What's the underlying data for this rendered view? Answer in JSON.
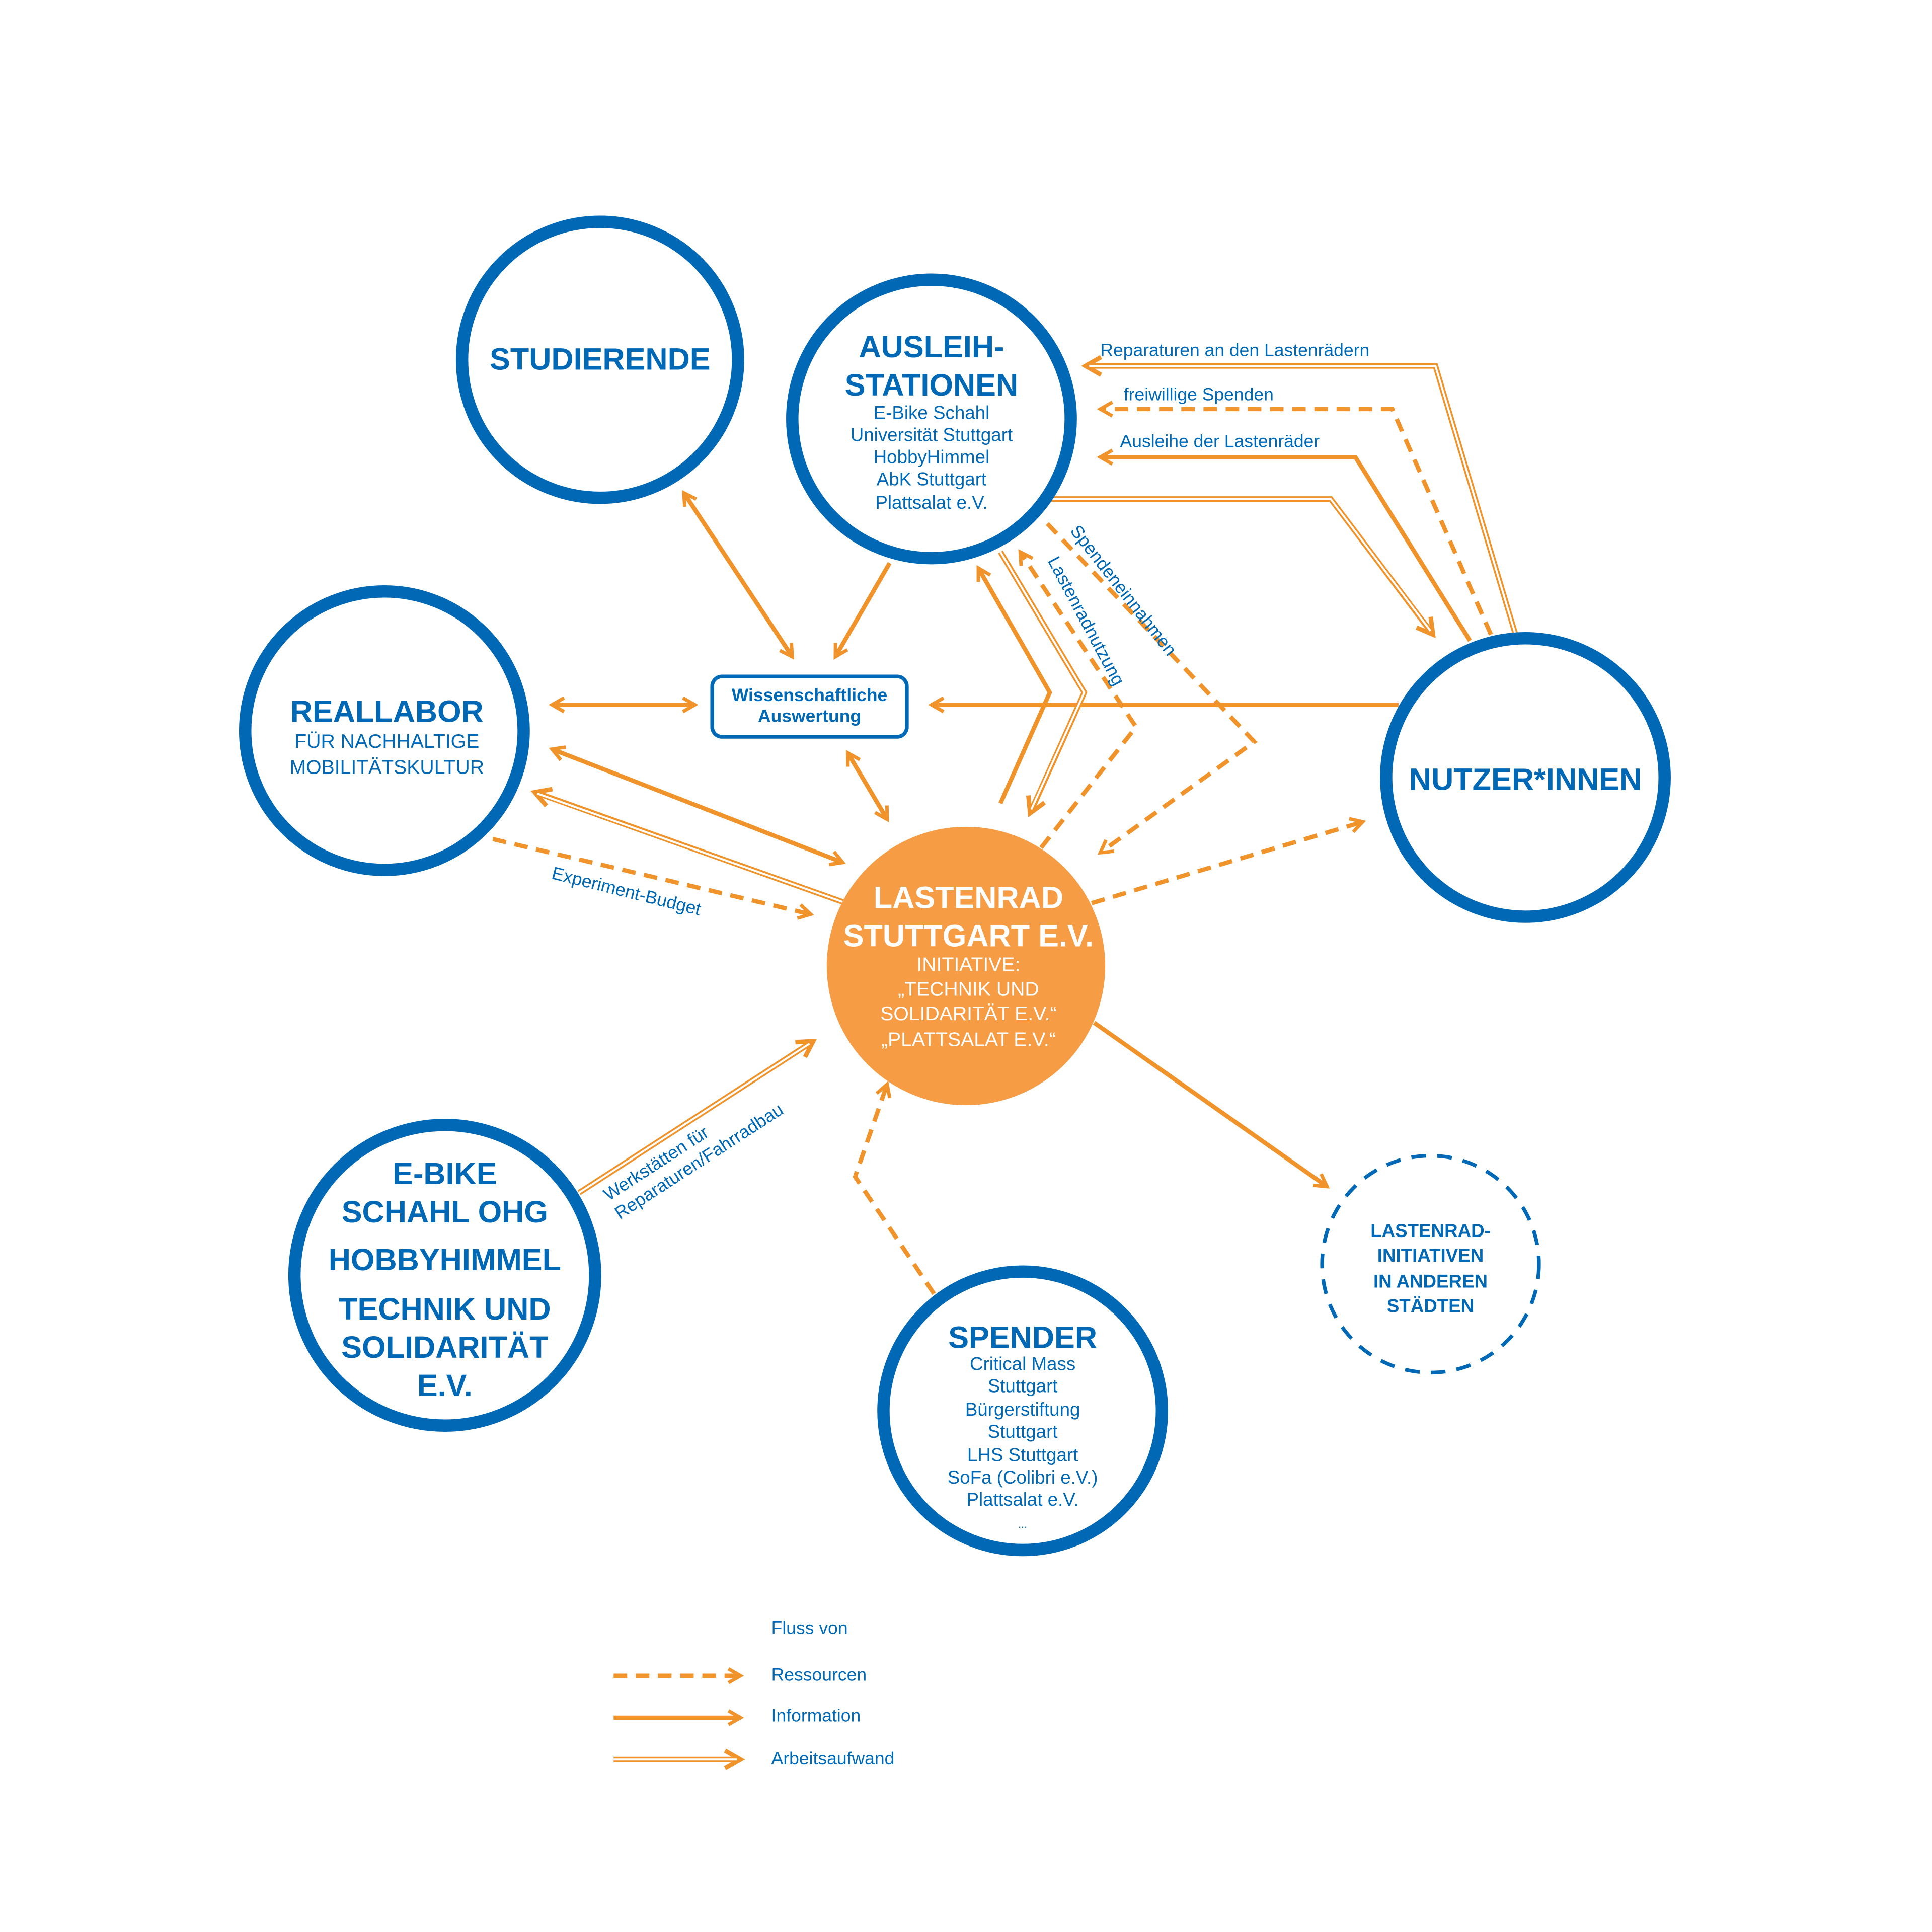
{
  "nodes": {
    "studierende": "STUDIERENDE",
    "ausleih": {
      "title": [
        "AUSLEIH-",
        "STATIONEN"
      ],
      "items": [
        "E-Bike Schahl",
        "Universität Stuttgart",
        "HobbyHimmel",
        "AbK Stuttgart",
        "Plattsalat e.V."
      ]
    },
    "reallabor": {
      "title": "REALLABOR",
      "sub": [
        "FÜR NACHHALTIGE",
        "MOBILITÄTSKULTUR"
      ]
    },
    "wiss": [
      "Wissenschaftliche",
      "Auswertung"
    ],
    "nutzer": "NUTZER*INNEN",
    "lastenrad": {
      "title": [
        "LASTENRAD",
        "STUTTGART E.V."
      ],
      "sub": [
        "INITIATIVE:",
        "„TECHNIK UND",
        "SOLIDARITÄT E.V.“",
        "„PLATTSALAT E.V.“"
      ]
    },
    "ebike": [
      "E-BIKE",
      "SCHAHL OHG",
      "HOBBYHIMMEL",
      "TECHNIK UND",
      "SOLIDARITÄT",
      "E.V."
    ],
    "spender": {
      "title": "SPENDER",
      "items": [
        "Critical Mass",
        "Stuttgart",
        "Bürgerstiftung",
        "Stuttgart",
        "LHS Stuttgart",
        "SoFa (Colibri e.V.)",
        "Plattsalat e.V.",
        "..."
      ]
    },
    "initiativen": [
      "LASTENRAD-",
      "INITIATIVEN",
      "IN ANDEREN",
      "STÄDTEN"
    ]
  },
  "edge_labels": {
    "reparaturen": "Reparaturen an den Lastenrädern",
    "spenden": "freiwillige Spenden",
    "ausleihe": "Ausleihe der Lastenräder",
    "spendeneinnahmen": "Spendeneinnahmen",
    "lastenradnutzung": "Lastenradnutzung",
    "experiment": "Experiment-Budget",
    "werkstaetten": [
      "Werkstätten für",
      "Reparaturen/Fahrradbau"
    ]
  },
  "legend": {
    "title": "Fluss von",
    "items": [
      "Ressourcen",
      "Information",
      "Arbeitsaufwand"
    ]
  },
  "colors": {
    "blue": "#0068b4",
    "orange": "#f0932b",
    "orange_fill": "#f59c45"
  }
}
